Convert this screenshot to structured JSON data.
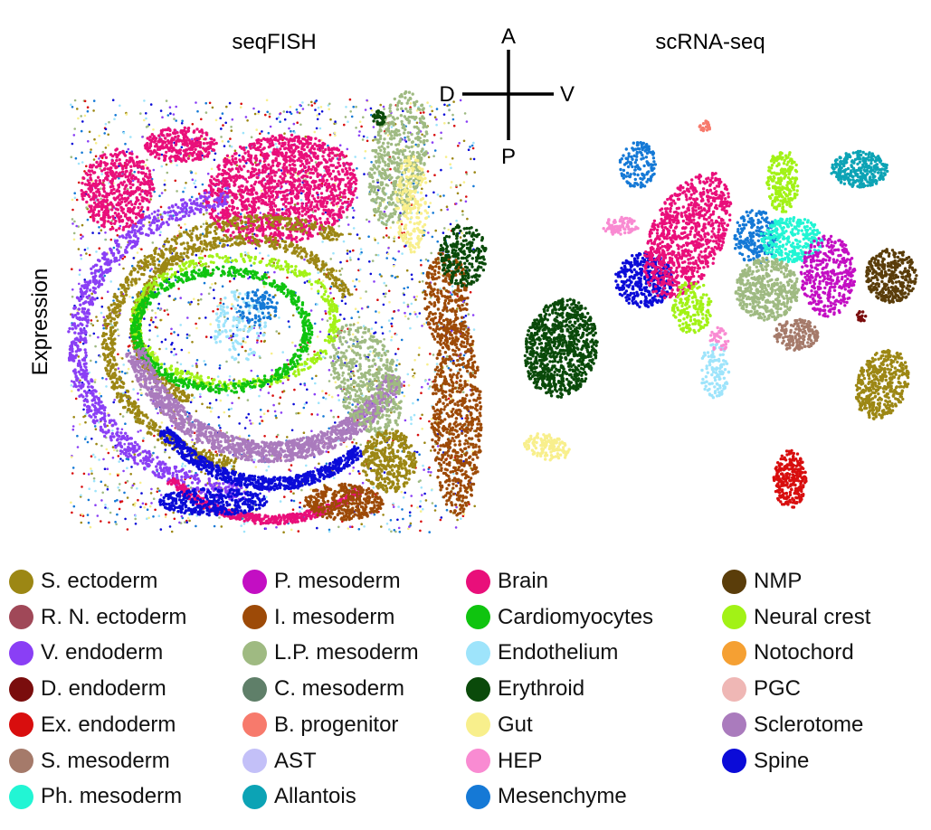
{
  "panel_titles": {
    "left": "seqFISH",
    "right": "scRNA-seq"
  },
  "row_label": "Expression",
  "compass": {
    "top": "A",
    "bottom": "P",
    "left": "D",
    "right": "V"
  },
  "chart_data": [
    {
      "type": "scatter",
      "title": "seqFISH",
      "ylabel": "Expression",
      "xlabel": "",
      "legend": "bottom",
      "grid": false,
      "description_of_clusters": "spatial embryo section; cells colored by cell type"
    },
    {
      "type": "scatter",
      "title": "scRNA-seq",
      "xlabel": "",
      "ylabel": "",
      "legend": "bottom",
      "grid": false
    }
  ],
  "legend": [
    {
      "label": "S. ectoderm",
      "color": "#9c8714"
    },
    {
      "label": "R. N. ectoderm",
      "color": "#a04858"
    },
    {
      "label": "V. endoderm",
      "color": "#8a3ff5"
    },
    {
      "label": "D. endoderm",
      "color": "#7a0d0d"
    },
    {
      "label": "Ex. endoderm",
      "color": "#d80e0e"
    },
    {
      "label": "S. mesoderm",
      "color": "#a57a6a"
    },
    {
      "label": "Ph. mesoderm",
      "color": "#22f5d4"
    },
    {
      "label": "P. mesoderm",
      "color": "#c30ec3"
    },
    {
      "label": "I. mesoderm",
      "color": "#9d4a07"
    },
    {
      "label": "L.P. mesoderm",
      "color": "#9fba82"
    },
    {
      "label": "C. mesoderm",
      "color": "#5f7f69"
    },
    {
      "label": "B. progenitor",
      "color": "#f77a6c"
    },
    {
      "label": "AST",
      "color": "#c3c0f8"
    },
    {
      "label": "Allantois",
      "color": "#0ca3b5"
    },
    {
      "label": "Brain",
      "color": "#e90f7a"
    },
    {
      "label": "Cardiomyocytes",
      "color": "#0fc40f"
    },
    {
      "label": "Endothelium",
      "color": "#9ee4fb"
    },
    {
      "label": "Erythroid",
      "color": "#0a4a0a"
    },
    {
      "label": "Gut",
      "color": "#f8ef8c"
    },
    {
      "label": "HEP",
      "color": "#f98bd2"
    },
    {
      "label": "Mesenchyme",
      "color": "#1579d6"
    },
    {
      "label": "NMP",
      "color": "#5a3d0a"
    },
    {
      "label": "Neural crest",
      "color": "#a2f216"
    },
    {
      "label": "Notochord",
      "color": "#f5a033"
    },
    {
      "label": "PGC",
      "color": "#efb7b5"
    },
    {
      "label": "Sclerotome",
      "color": "#aa7bbd"
    },
    {
      "label": "Spine",
      "color": "#0b0bd8"
    }
  ]
}
